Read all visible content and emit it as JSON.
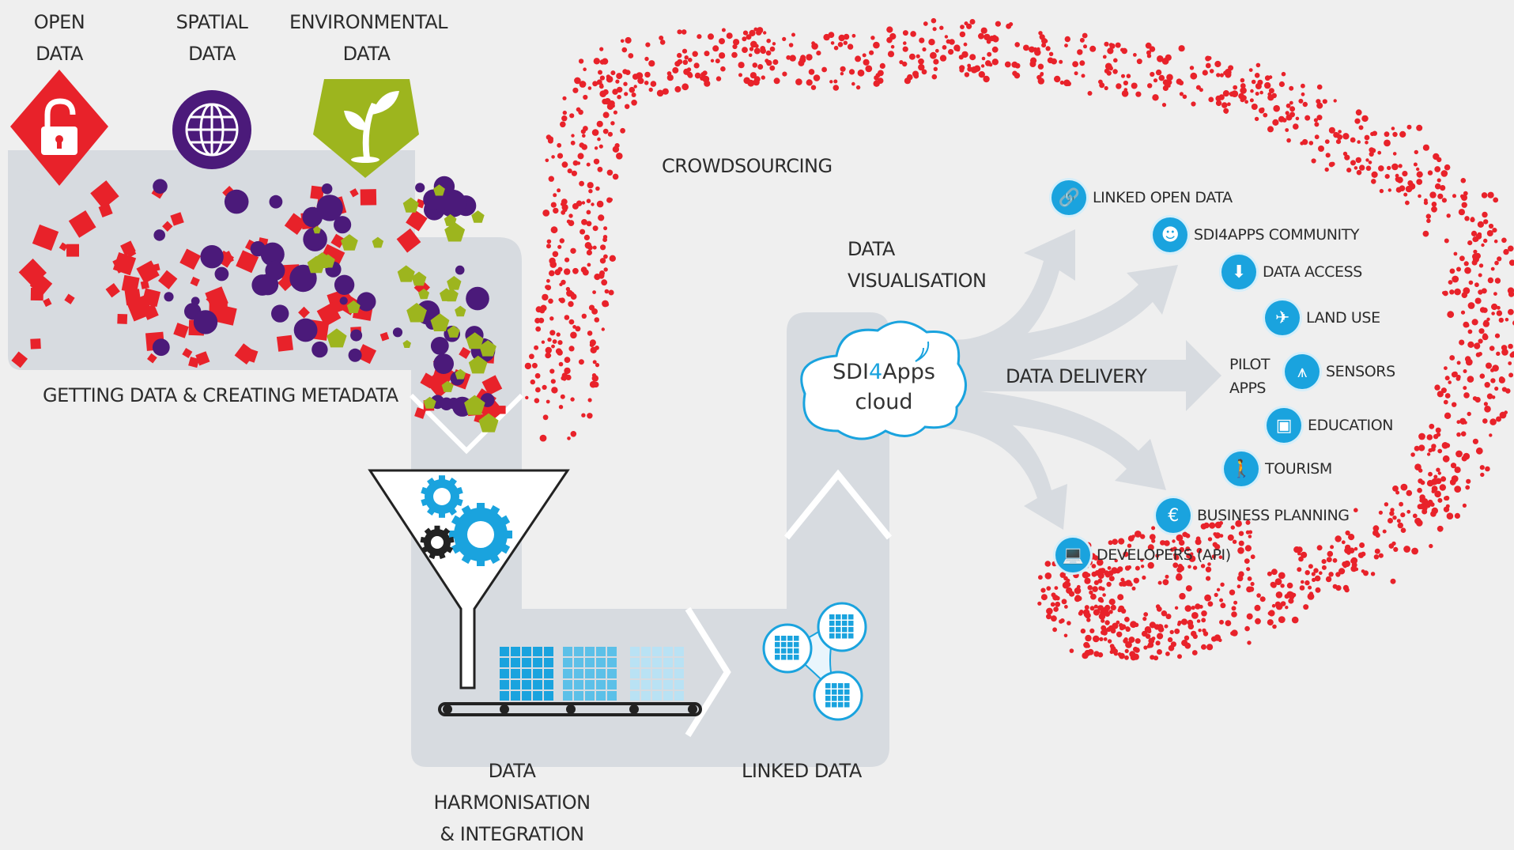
{
  "sources": [
    {
      "label_line1": "OPEN",
      "label_line2": "DATA",
      "icon": "unlocked-padlock-icon",
      "color": "#e8222a"
    },
    {
      "label_line1": "SPATIAL",
      "label_line2": "DATA",
      "icon": "globe-icon",
      "color": "#4b1a7a"
    },
    {
      "label_line1": "ENVIRONMENTAL",
      "label_line2": "DATA",
      "icon": "plant-sprout-icon",
      "color": "#9db51e"
    }
  ],
  "stages": {
    "getting_data": "GETTING DATA & CREATING METADATA",
    "harmonisation": [
      "DATA",
      "HARMONISATION",
      "& INTEGRATION"
    ],
    "linked_data": "LINKED DATA",
    "visualisation": [
      "DATA",
      "VISUALISATION"
    ],
    "crowdsourcing": "CROWDSOURCING",
    "delivery": "DATA DELIVERY",
    "pilot_apps": [
      "PILOT",
      "APPS"
    ]
  },
  "cloud": {
    "brand_prefix": "SDI",
    "brand_number": "4",
    "brand_suffix": "Apps",
    "subtitle": "cloud"
  },
  "services": [
    {
      "label": "LINKED OPEN DATA",
      "icon": "link-icon"
    },
    {
      "label": "SDI4APPS COMMUNITY",
      "icon": "community-icon"
    },
    {
      "label": "DATA ACCESS",
      "icon": "download-icon"
    },
    {
      "label": "LAND USE",
      "icon": "airplane-icon"
    },
    {
      "label": "SENSORS",
      "icon": "antenna-icon"
    },
    {
      "label": "EDUCATION",
      "icon": "presentation-board-icon"
    },
    {
      "label": "TOURISM",
      "icon": "hikers-icon"
    },
    {
      "label": "BUSINESS PLANNING",
      "icon": "currency-exchange-icon"
    },
    {
      "label": "DEVELOPERS (API)",
      "icon": "laptop-icon"
    }
  ],
  "colors": {
    "red": "#e8222a",
    "purple": "#4b1a7a",
    "green": "#9db51e",
    "blue": "#1aa3de",
    "flow": "#d7dbe0"
  }
}
